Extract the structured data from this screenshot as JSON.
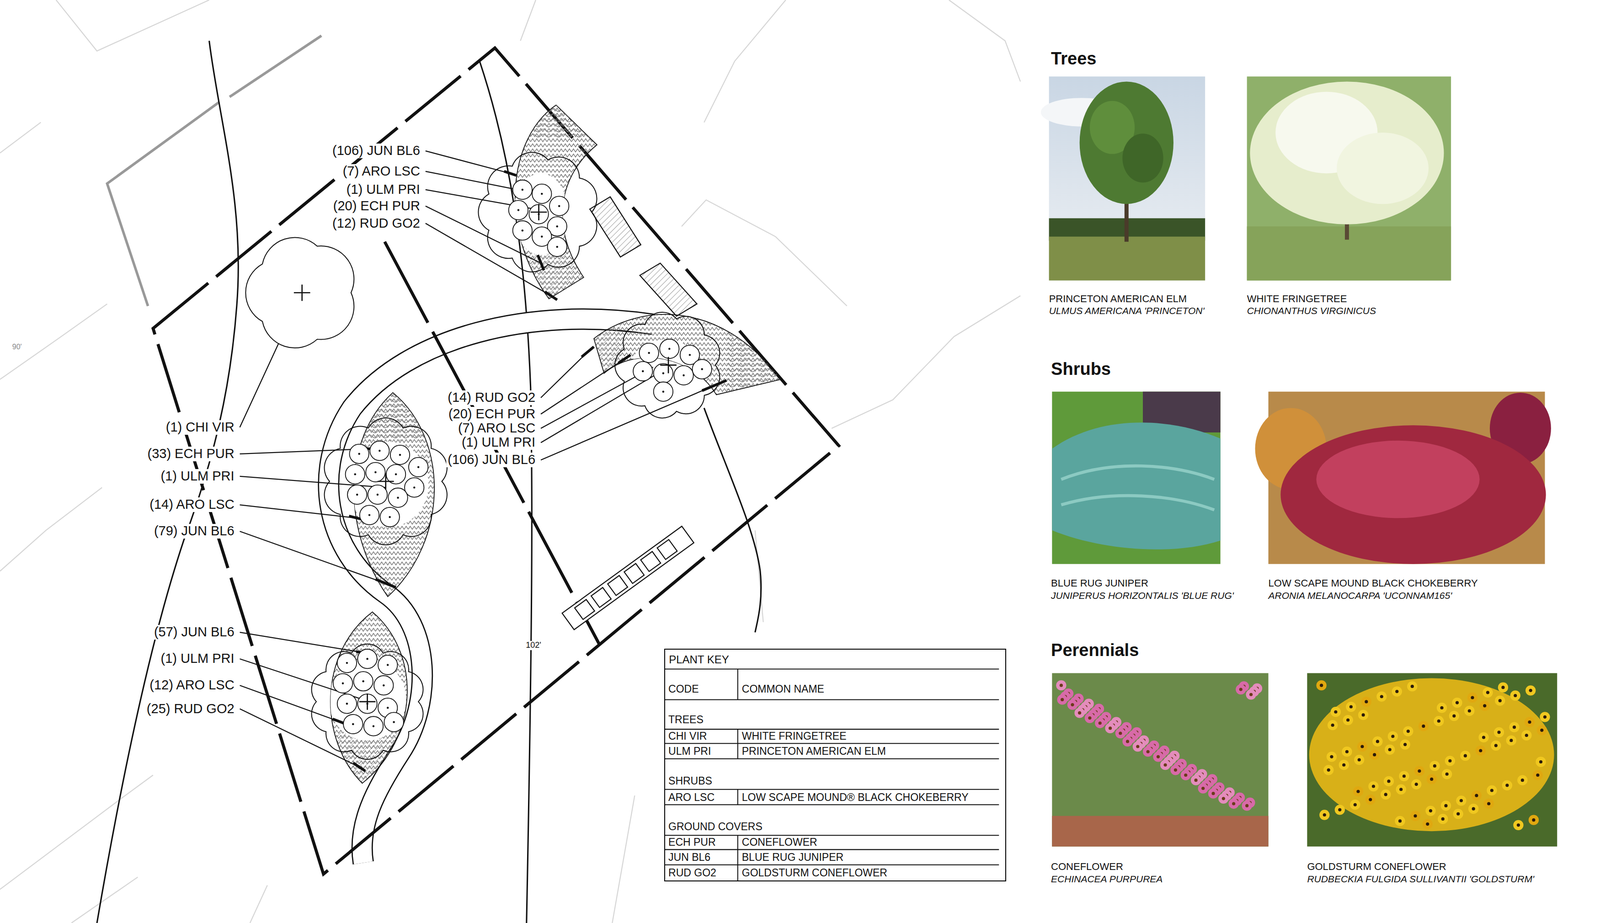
{
  "diagram": {
    "nodes": [
      {
        "text": [
          "PLANT KEY"
        ]
      }
    ],
    "labels": [
      "(106) JUN BL6",
      "(7) ARO LSC",
      "(1) ULM PRI",
      "(20) ECH PUR",
      "(12) RUD GO2",
      "(14) RUD GO2",
      "(20) ECH PUR",
      "(7) ARO LSC",
      "(1) ULM PRI",
      "(106) JUN BL6",
      "(1) CHI VIR",
      "(33) ECH PUR",
      "(1) ULM PRI",
      "(14) ARO LSC",
      "(79) JUN BL6",
      "(57) JUN BL6",
      "(1) ULM PRI",
      "(12) ARO LSC",
      "(25) RUD GO2",
      "102'",
      "90'",
      "CODE",
      "COMMON NAME",
      "TREES",
      "CHI VIR",
      "WHITE FRINGETREE",
      "ULM PRI",
      "PRINCETON AMERICAN ELM",
      "SHRUBS",
      "ARO LSC",
      "LOW SCAPE MOUND® BLACK CHOKEBERRY",
      "GROUND COVERS",
      "ECH PUR",
      "CONEFLOWER",
      "JUN BL6",
      "BLUE RUG JUNIPER",
      "RUD GO2",
      "GOLDSTURM CONEFLOWER",
      "Trees",
      "PRINCETON AMERICAN ELM",
      "ULMUS AMERICANA 'PRINCETON'",
      "WHITE FRINGETREE",
      "CHIONANTHUS VIRGINICUS",
      "Shrubs",
      "BLUE RUG JUNIPER",
      "JUNIPERUS HORIZONTALIS 'BLUE RUG'",
      "LOW SCAPE MOUND BLACK CHOKEBERRY",
      "ARONIA MELANOCARPA 'UCONNAM165'",
      "Perennials",
      "CONEFLOWER",
      "ECHINACEA PURPUREA",
      "GOLDSTURM CONEFLOWER",
      "RUDBECKIA FULGIDA SULLIVANTII 'GOLDSTURM'"
    ]
  }
}
